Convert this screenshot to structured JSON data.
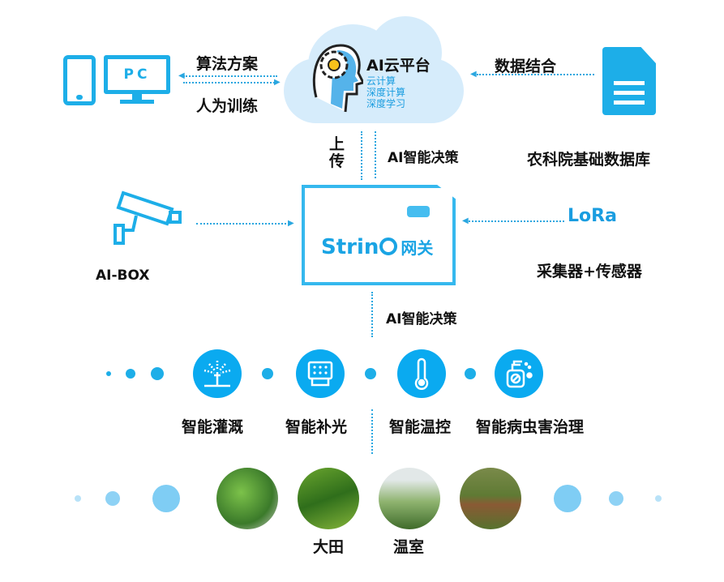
{
  "colors": {
    "accent": "#0aaaf0",
    "cloud": "#d6ecfb"
  },
  "top": {
    "left_label_1": "算法方案",
    "left_label_2": "人为训练",
    "pc_label": "PC",
    "right_label": "数据结合",
    "db_label": "农科院基础数据库"
  },
  "cloud": {
    "title": "AI云平台",
    "lines": [
      "云计算",
      "深度计算",
      "深度学习"
    ]
  },
  "middle": {
    "upload_label": "上传",
    "decision_label_1": "AI智能决策",
    "decision_label_2": "AI智能决策",
    "aibox_label": "AI-BOX",
    "lora_logo": "LoRa",
    "collector_label": "采集器+传感器"
  },
  "gateway": {
    "brand": "Strin",
    "name": "网关"
  },
  "functions": [
    {
      "label": "智能灌溉",
      "icon": "sprinkler-icon"
    },
    {
      "label": "智能补光",
      "icon": "grow-light-icon"
    },
    {
      "label": "智能温控",
      "icon": "thermometer-icon"
    },
    {
      "label": "智能病虫害治理",
      "icon": "pesticide-sprayer-icon"
    }
  ],
  "scenes": [
    {
      "label": ""
    },
    {
      "label": "大田"
    },
    {
      "label": "温室"
    },
    {
      "label": ""
    }
  ]
}
